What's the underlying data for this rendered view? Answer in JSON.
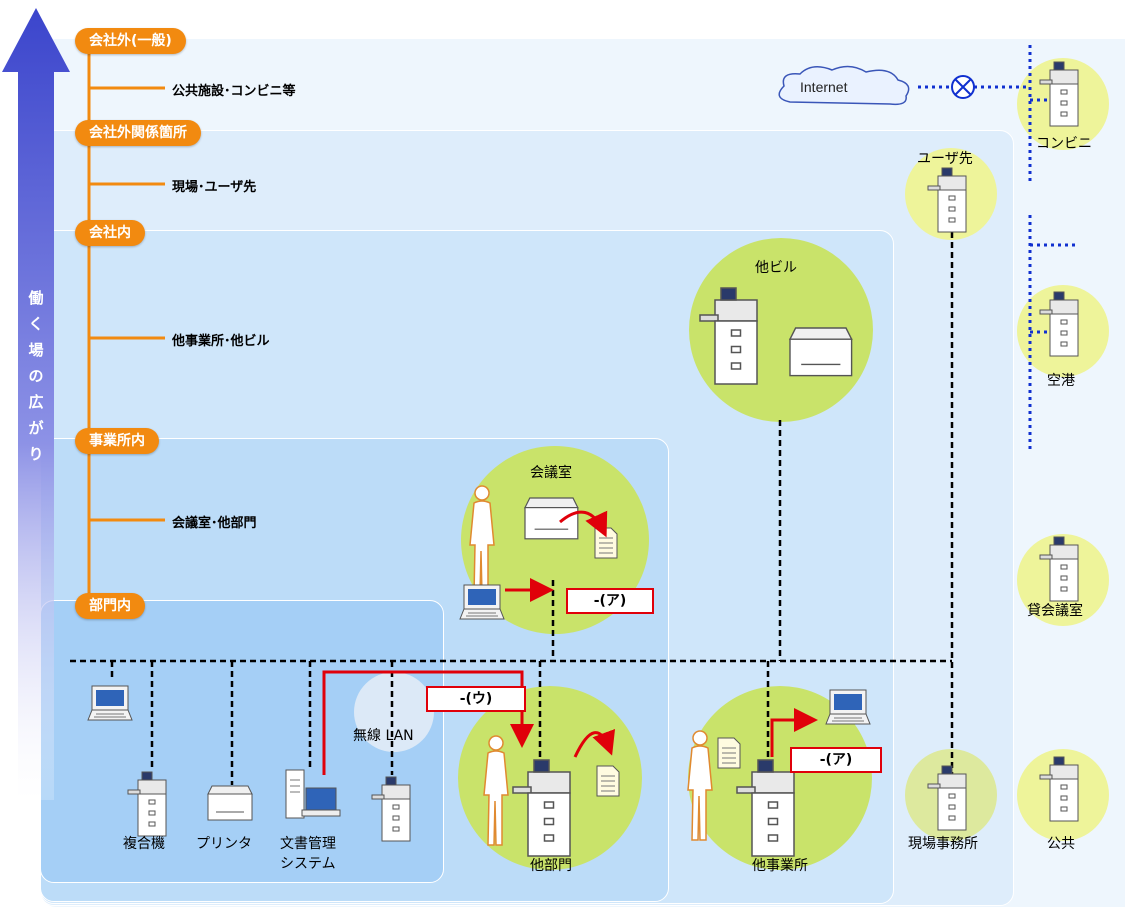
{
  "arrow": {
    "text": [
      "働",
      "く",
      "場",
      "の",
      "広",
      "が",
      "り"
    ]
  },
  "levels": [
    {
      "pill": "会社外(一般)",
      "sub": "公共施設･コンビニ等"
    },
    {
      "pill": "会社外関係箇所",
      "sub": "現場･ユーザ先"
    },
    {
      "pill": "会社内",
      "sub": "他事業所･他ビル"
    },
    {
      "pill": "事業所内",
      "sub": "会議室･他部門"
    },
    {
      "pill": "部門内",
      "sub": ""
    }
  ],
  "internet": {
    "label": "Internet"
  },
  "locations": {
    "konbini": "コンビニ",
    "kuko": "空港",
    "kashi_kaigishitsu": "貸会議室",
    "kokyo": "公共",
    "user_saki": "ユーザ先",
    "genba": "現場事務所",
    "ta_biru": "他ビル",
    "kaigishitsu": "会議室",
    "ta_bumon": "他部門",
    "ta_jigyosho": "他事業所"
  },
  "devices": {
    "fukugoki": "複合機",
    "printer": "プリンタ",
    "bunsho_line1": "文書管理",
    "bunsho_line2": "システム",
    "musen_lan": "無線 LAN"
  },
  "callouts": {
    "a1": "-(ア)",
    "u": "-(ウ)",
    "a2": "-(ア)"
  },
  "colors": {
    "pill": "#f28a10",
    "arrow": "#5a64d8",
    "green_circle": "#c9e36a",
    "yellow_circle": "#eef49a",
    "network_line": "#000000",
    "wireless_line": "#1030d0",
    "flow_arrow": "#e0000a"
  }
}
